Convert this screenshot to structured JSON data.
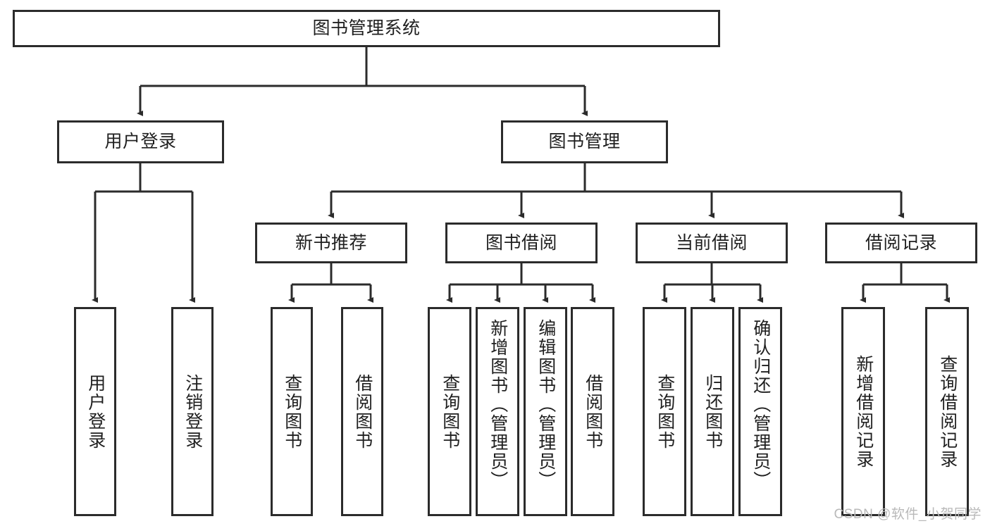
{
  "diagram": {
    "type": "tree-hierarchy-chart",
    "title": "图书管理系统",
    "watermark": "CSDN @软件_小贺同学",
    "colors": {
      "box_border": "#2b2b2b",
      "box_fill": "#ffffff",
      "edge": "#2b2b2b",
      "text": "#1f1f1f",
      "watermark": "#b9b9b9"
    },
    "levels": {
      "root": {
        "label": "图书管理系统"
      },
      "level2": [
        {
          "label": "用户登录"
        },
        {
          "label": "图书管理"
        }
      ],
      "level3": [
        {
          "label": "新书推荐"
        },
        {
          "label": "图书借阅"
        },
        {
          "label": "当前借阅"
        },
        {
          "label": "借阅记录"
        }
      ],
      "leaves": {
        "user_login": [
          {
            "label": "用户登录"
          },
          {
            "label": "注销登录"
          }
        ],
        "new_book_recommend": [
          {
            "label": "查询图书"
          },
          {
            "label": "借阅图书"
          }
        ],
        "book_borrow": [
          {
            "label": "查询图书"
          },
          {
            "label": "新增图书（管理员）"
          },
          {
            "label": "编辑图书（管理员）"
          },
          {
            "label": "借阅图书"
          }
        ],
        "current_borrow": [
          {
            "label": "查询图书"
          },
          {
            "label": "归还图书"
          },
          {
            "label": "确认归还（管理员）"
          }
        ],
        "borrow_records": [
          {
            "label": "新增借阅记录"
          },
          {
            "label": "查询借阅记录"
          }
        ]
      }
    }
  }
}
